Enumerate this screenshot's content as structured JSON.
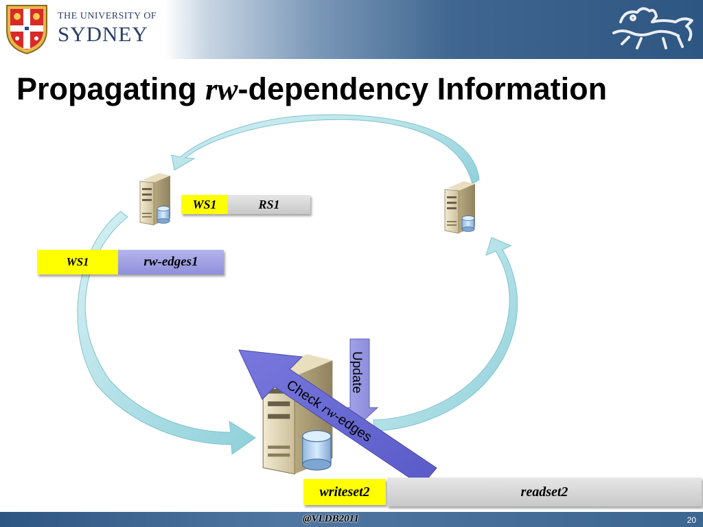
{
  "header": {
    "university_small": "THE UNIVERSITY OF",
    "university_big": "SYDNEY"
  },
  "title": {
    "prefix": "Propagating ",
    "italic": "rw",
    "suffix": "-dependency Information"
  },
  "diagram": {
    "top_left_server": {
      "ws_label": "WS1",
      "rs_label": "RS1"
    },
    "left_boxes": {
      "ws_label": "WS1",
      "edges_label": "rw-edges1"
    },
    "update_label": "Update",
    "check_label_prefix": "Check ",
    "check_label_italic": "rw",
    "check_label_suffix": "-edges",
    "bottom": {
      "writeset_label": "writeset2",
      "readset_label": "readset2"
    }
  },
  "footer": {
    "text": "@VLDB2011",
    "page": "20"
  },
  "colors": {
    "header_blue": "#2e5682",
    "yellow": "#ffff00",
    "purple_box": "#9a9ae0",
    "arrow_cyan": "#a6dce4",
    "check_arrow": "#6a6ad6"
  }
}
